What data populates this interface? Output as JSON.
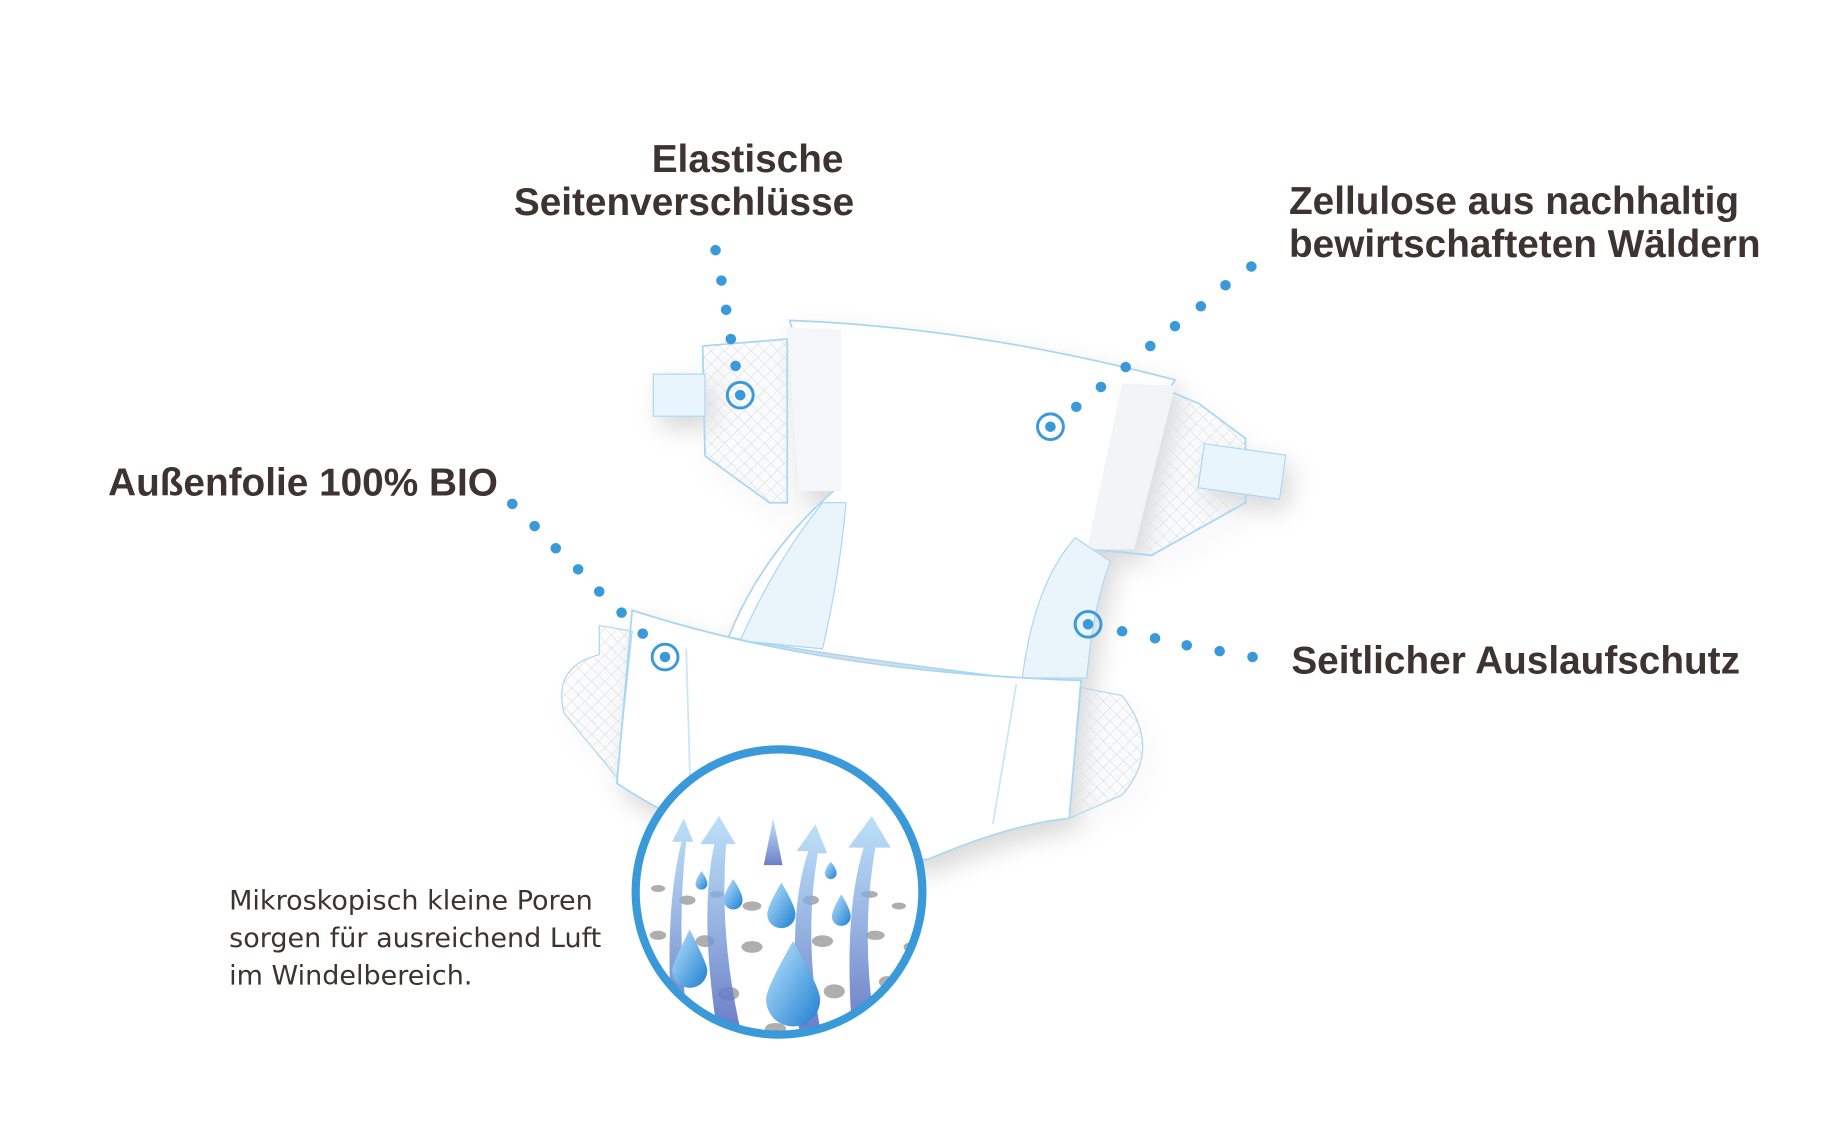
{
  "labels": {
    "side_closures": [
      "Elastische",
      "Seitenverschlüsse"
    ],
    "cellulose": [
      "Zellulose aus nachhaltig",
      "bewirtschafteten Wäldern"
    ],
    "outer_film": "Außenfolie 100% BIO",
    "leak_guard": "Seitlicher Auslaufschutz"
  },
  "pores_note": [
    "Mikroskopisch kleine Poren",
    "sorgen für ausreichend Luft",
    "im Windelbereich."
  ],
  "colors": {
    "accent": "#3a9ad9",
    "text": "#3d3432",
    "diaper_edge": "#a9d6f2"
  }
}
